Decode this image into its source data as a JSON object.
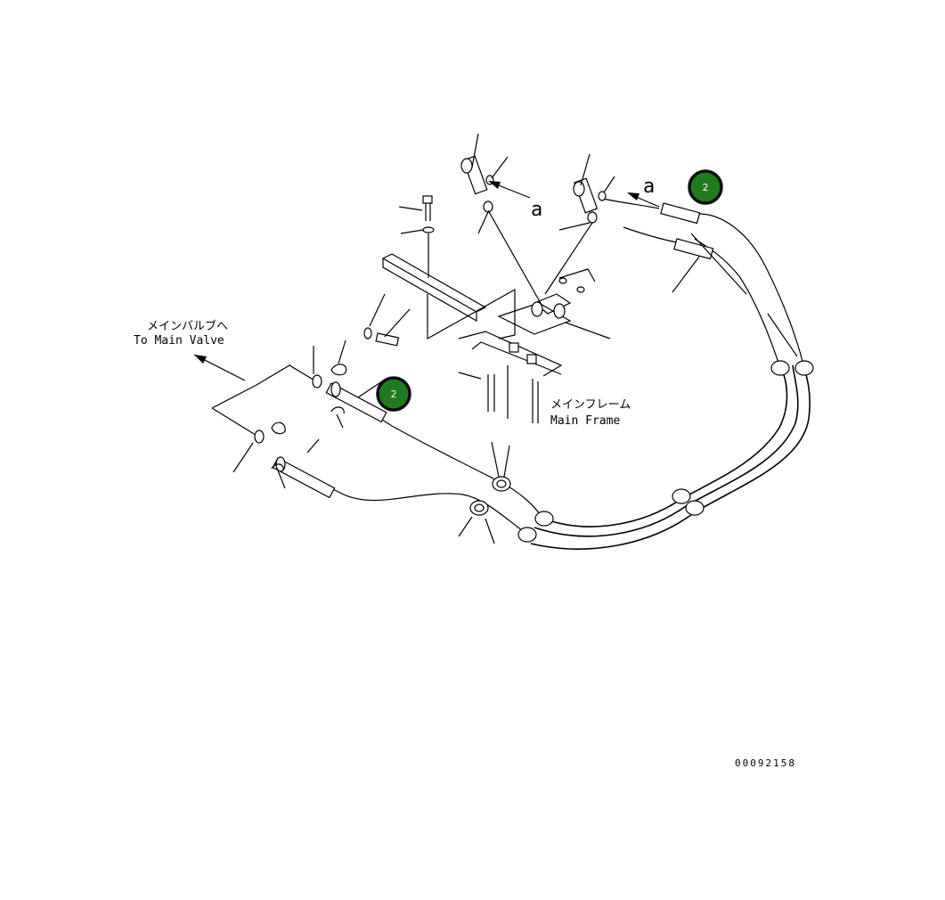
{
  "labels": {
    "main_valve_jp": "メインバルブへ",
    "main_valve_en": "To Main Valve",
    "main_frame_jp": "メインフレーム",
    "main_frame_en": "Main Frame",
    "arrow_a_1": "a",
    "arrow_a_2": "a",
    "drawing_number": "00092158"
  },
  "badges": [
    {
      "value": "2"
    },
    {
      "value": "2"
    }
  ],
  "colors": {
    "badge_fill": "#1e7b1e",
    "line": "#000000",
    "background": "#ffffff"
  }
}
